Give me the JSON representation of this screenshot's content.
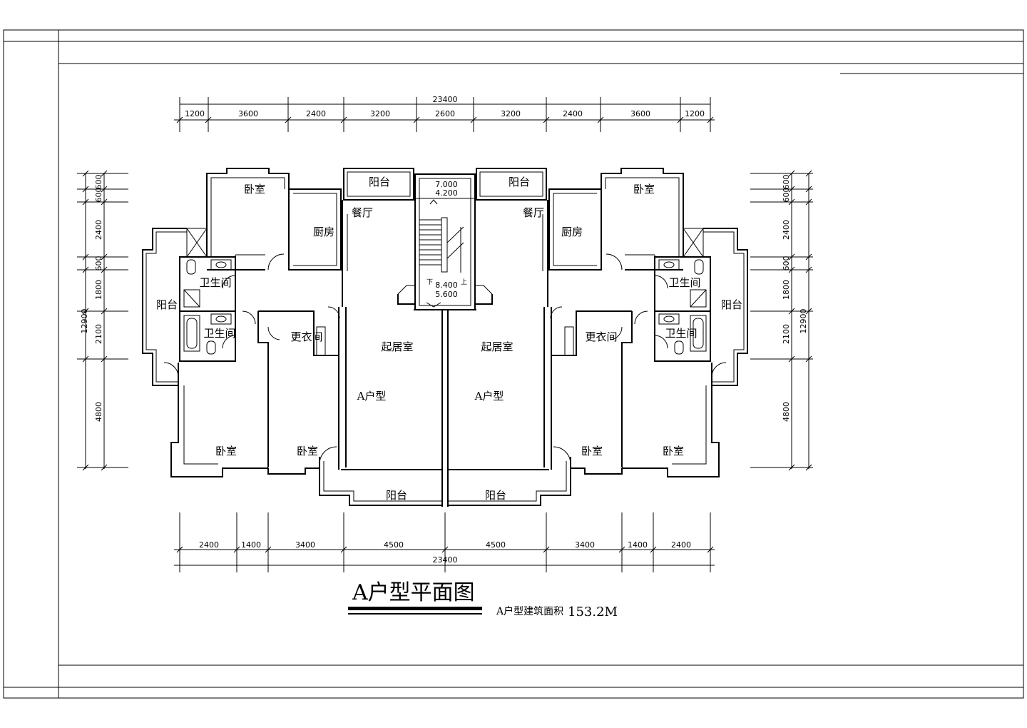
{
  "drawing": {
    "title": "A户型平面图",
    "area_label": "A户型建筑面积",
    "area_value": "153.2M"
  },
  "dimensions": {
    "top_total": "23400",
    "top": [
      "1200",
      "3600",
      "2400",
      "3200",
      "2600",
      "3200",
      "2400",
      "3600",
      "1200"
    ],
    "bottom": [
      "2400",
      "1400",
      "3400",
      "4500",
      "4500",
      "3400",
      "1400",
      "2400"
    ],
    "bottom_total": "23400",
    "left": [
      "600",
      "600",
      "2400",
      "600",
      "1800",
      "2100",
      "4800"
    ],
    "left_total": "12900",
    "right": [
      "600",
      "600",
      "2400",
      "600",
      "1800",
      "2100",
      "4800"
    ],
    "right_total": "12900"
  },
  "stair": {
    "level_a": "7.000",
    "level_b": "4.200",
    "level_c": "8.400",
    "level_d": "5.600",
    "down": "下",
    "up": "上"
  },
  "rooms": {
    "bedroom": "卧室",
    "balcony": "阳台",
    "dining": "餐厅",
    "kitchen": "厨房",
    "bathroom": "卫生间",
    "dressing": "更衣间",
    "living": "起居室",
    "unit_type": "A户型"
  }
}
